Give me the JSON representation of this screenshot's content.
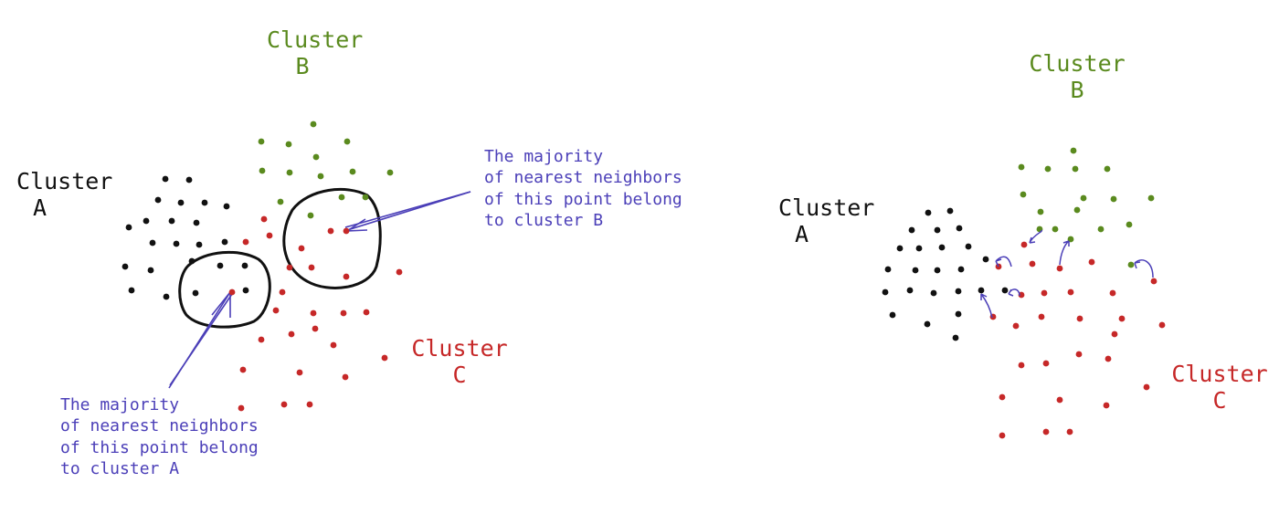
{
  "colors": {
    "cluster_a": "#111111",
    "cluster_b": "#5a8a1e",
    "cluster_c": "#c62828",
    "annotation": "#4b3fb8",
    "outline": "#111111"
  },
  "left_panel": {
    "cluster_a_label": [
      "Cluster",
      "A"
    ],
    "cluster_b_label": [
      "Cluster",
      "B"
    ],
    "cluster_c_label": [
      "Cluster",
      "C"
    ],
    "note_b": [
      "The majority",
      "of nearest neighbors",
      "of this point belong",
      "to cluster B"
    ],
    "note_a": [
      "The majority",
      "of nearest neighbors",
      "of this point belong",
      "to cluster A"
    ]
  },
  "right_panel": {
    "cluster_a_label": [
      "Cluster",
      "A"
    ],
    "cluster_b_label": [
      "Cluster",
      "B"
    ],
    "cluster_c_label": [
      "Cluster",
      "C"
    ]
  }
}
